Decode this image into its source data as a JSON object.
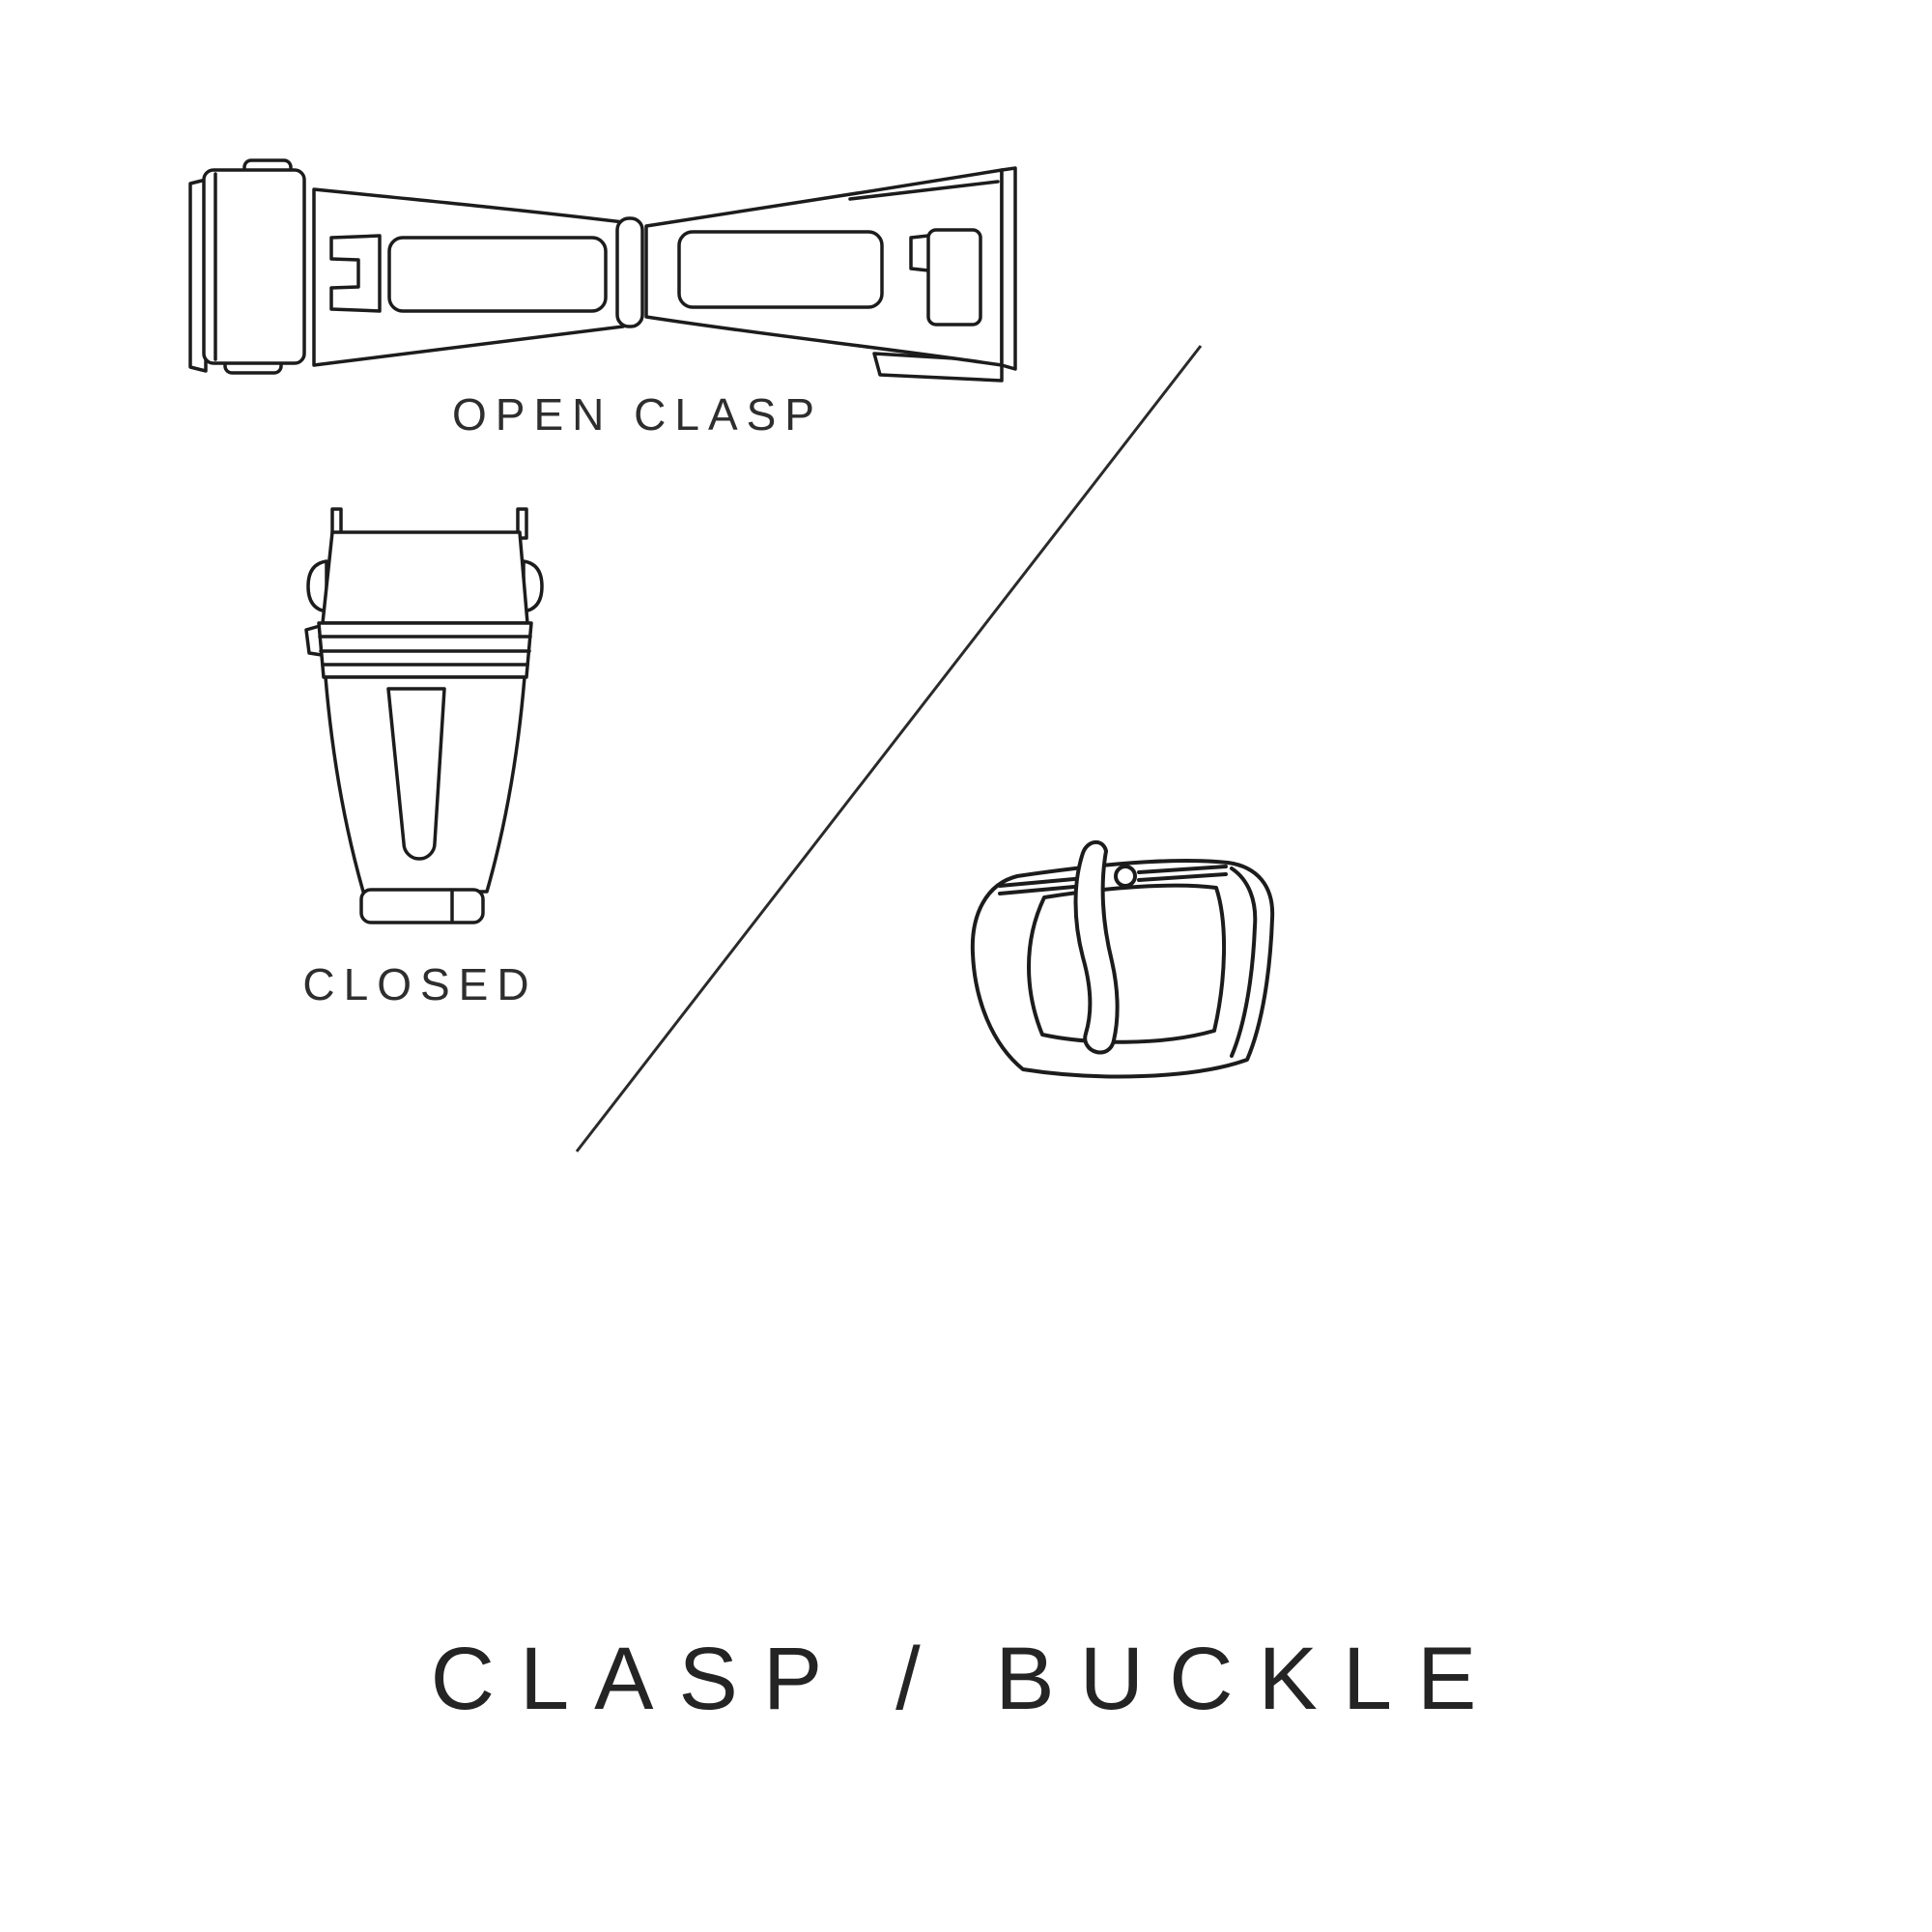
{
  "colors": {
    "background": "#ffffff",
    "line": "#1c1c1c",
    "text": "#2e2e2e"
  },
  "title": {
    "text": "CLASP / BUCKLE"
  },
  "figures": {
    "open_clasp": {
      "label": "OPEN CLASP"
    },
    "closed_clasp": {
      "label": "CLOSED"
    },
    "pin_buckle": {}
  }
}
